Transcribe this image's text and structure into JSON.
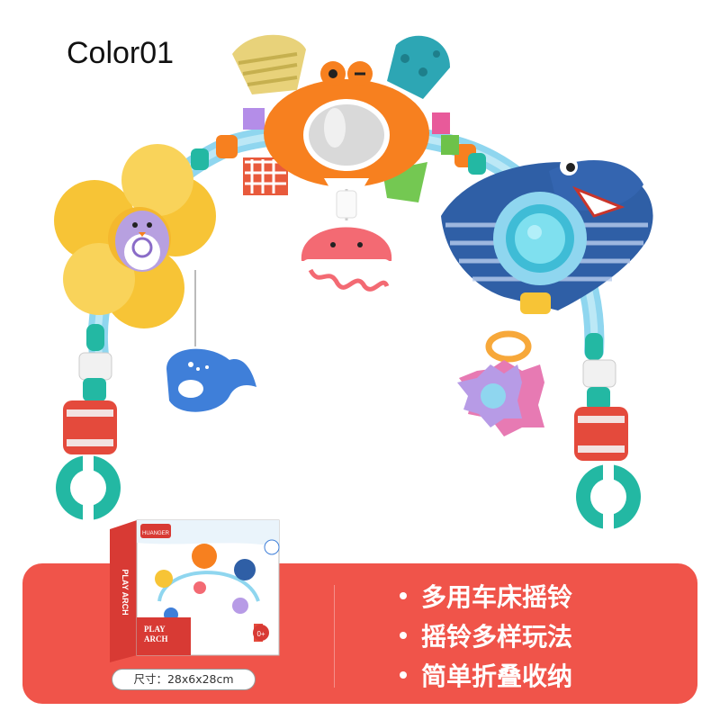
{
  "variant_label": "Color01",
  "features": [
    "多用车床摇铃",
    "摇铃多样玩法",
    "简单折叠收纳"
  ],
  "size_label": "尺寸：28x6x28cm",
  "box": {
    "brand": "HUANGER",
    "title_line1": "PLAY",
    "title_line2": "ARCH",
    "side_text": "PLAY ARCH",
    "age": "0+"
  },
  "colors": {
    "banner": "#f0544a",
    "arch": "#8fd6ef",
    "crab": "#f7801f",
    "flower": "#f7c436",
    "clamp_red": "#e44a3c",
    "clamp_teal": "#23b8a3",
    "shark": "#2f5fa6",
    "whale": "#3f7fd9",
    "jellyfish": "#f36a73"
  }
}
